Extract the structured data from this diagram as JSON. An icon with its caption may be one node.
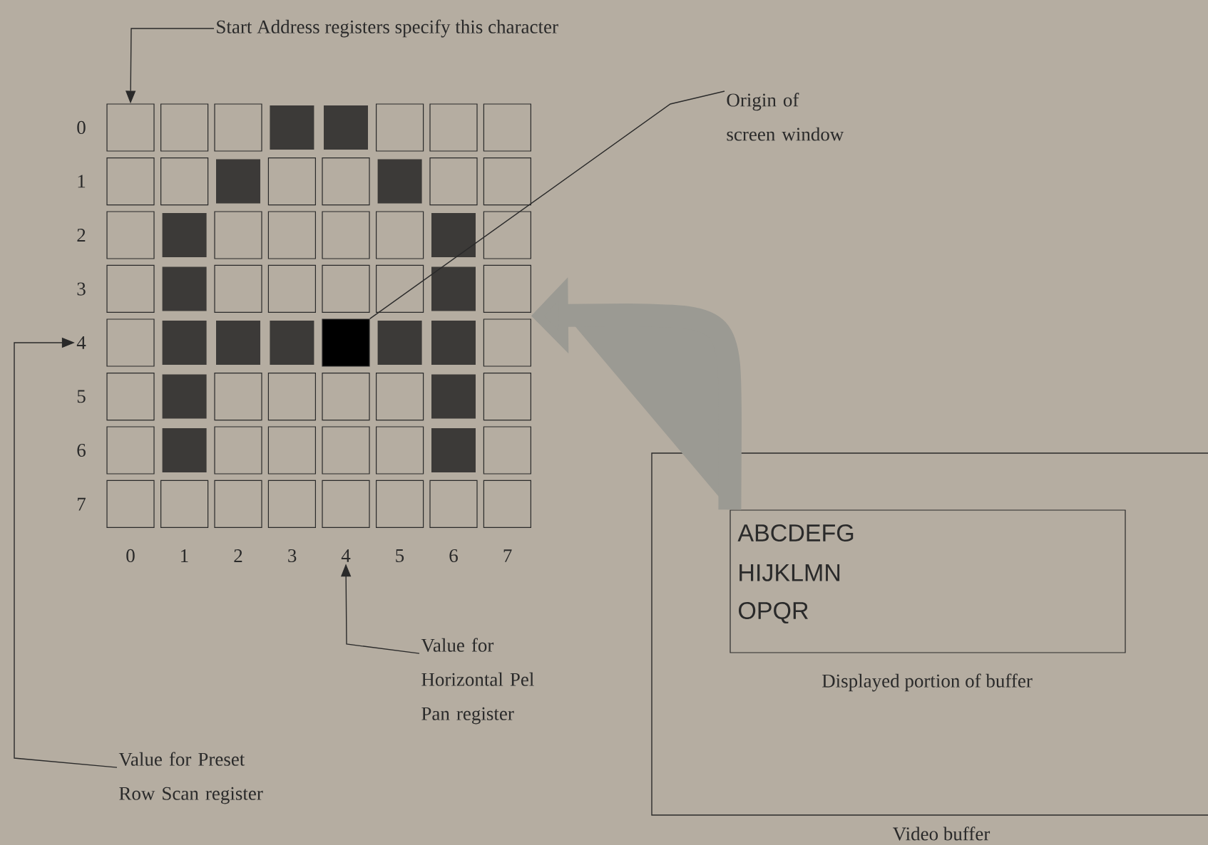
{
  "diagram": {
    "nodes": [
      {
        "text": [
          "Start Address registers specify this character"
        ]
      },
      {
        "text": [
          "Origin of screen window"
        ]
      },
      {
        "text": [],
        "shape": "picture"
      },
      {
        "text": [],
        "shape": "box",
        "in": 2
      },
      {
        "text": [],
        "shape": "box",
        "in": 2
      },
      {
        "text": [
          "4"
        ]
      },
      {
        "text": [
          "4"
        ]
      },
      {
        "text": [
          "Value for Horizontal Pel Pan register"
        ]
      },
      {
        "text": [
          "Value for Preset Row Scan register"
        ]
      },
      {
        "text": [
          "Video buffer"
        ]
      },
      {
        "text": [
          "Displayed portion of buffer"
        ],
        "in": 9
      }
    ],
    "edges": [
      {
        "from": 0,
        "to": 3,
        "arrow": "to"
      },
      {
        "from": 1,
        "to": 4,
        "arrow": "none"
      },
      {
        "from": 7,
        "to": 6,
        "arrow": "to"
      },
      {
        "from": 8,
        "to": 5,
        "arrow": "to"
      },
      {
        "from": 10,
        "to": 2,
        "arrow": "to",
        "style": "thick",
        "color": "#9b9a93"
      }
    ],
    "labels": [
      "0",
      "1",
      "2",
      "3",
      "5",
      "6",
      "7",
      "0",
      "1",
      "2",
      "3",
      "5",
      "6",
      "7",
      "ABCDEFG",
      "HIJKLMN",
      "OPQR"
    ]
  }
}
